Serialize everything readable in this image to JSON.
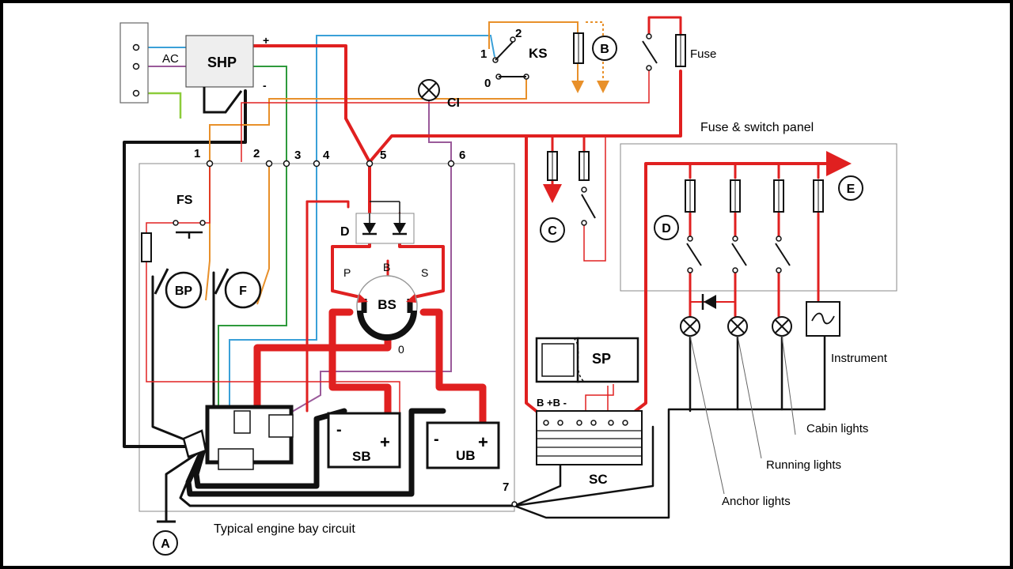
{
  "labels": {
    "ac": "AC",
    "shp": "SHP",
    "plus": "+",
    "minus": "-",
    "ks": "KS",
    "pos_one": "1",
    "pos_two": "2",
    "pos_zero": "0",
    "ci": "CI",
    "fuse": "Fuse",
    "b_circle": "B",
    "fuse_panel": "Fuse & switch panel",
    "t1": "1",
    "t2": "2",
    "t3": "3",
    "t4": "4",
    "t5": "5",
    "t6": "6",
    "t7": "7",
    "fs": "FS",
    "d_diode": "D",
    "c_circle": "C",
    "d_circle": "D",
    "e_circle": "E",
    "bp": "BP",
    "f": "F",
    "bs": "BS",
    "bs_p": "P",
    "bs_b": "B",
    "bs_s": "S",
    "bs_zero": "0",
    "sb": "SB",
    "ub": "UB",
    "sp": "SP",
    "bb": "B +B -",
    "sc": "SC",
    "a_circle": "A",
    "instrument": "Instrument",
    "cabin": "Cabin lights",
    "running": "Running lights",
    "anchor": "Anchor lights",
    "engine_bay": "Typical engine bay circuit"
  },
  "colors": {
    "background": "#ffffff",
    "frame": "#000000",
    "power": "#e02020",
    "ground": "#111111",
    "orange": "#e8902a",
    "blue": "#3aa0d8",
    "green": "#2e9a3c",
    "purple": "#9a5a9a",
    "lightgreen": "#8ccc3a",
    "panel_border": "#888888"
  }
}
